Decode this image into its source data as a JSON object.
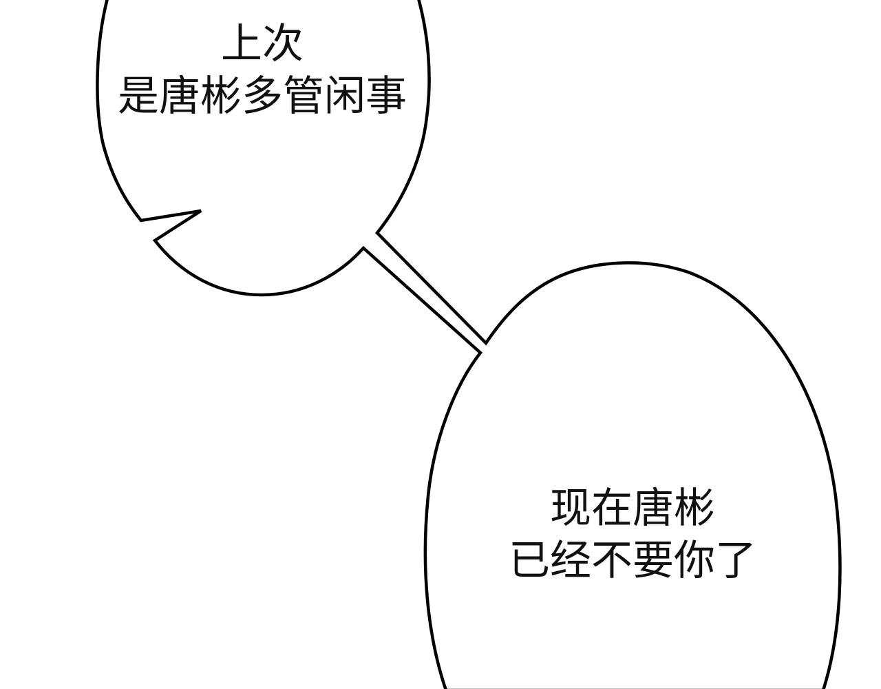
{
  "panel": {
    "background_color": "#ffffff",
    "outline_color": "#000000",
    "text_color": "#111111"
  },
  "bubbles": [
    {
      "id": "bubble-1",
      "lines": [
        "上次",
        "是唐彬多管闲事"
      ]
    },
    {
      "id": "bubble-2",
      "lines": [
        "现在唐彬",
        "已经不要你了"
      ]
    }
  ]
}
